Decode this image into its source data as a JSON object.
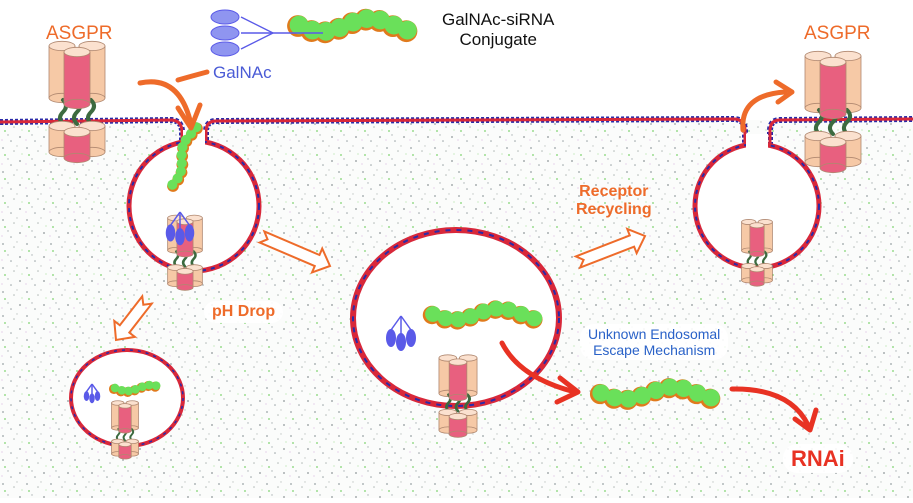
{
  "title": "GalNAc-siRNA conjugate uptake via ASGPR",
  "colors": {
    "orange": "#ee6b2a",
    "blue_label": "#4a5bd6",
    "red": "#e83223",
    "escape_blue": "#2a62c8",
    "receptor_peach": "#f6c9a6",
    "receptor_pink": "#e8607f",
    "linker_green": "#3c6a3f",
    "sirna_green": "#6ae05a",
    "sirna_orange": "#e07a1c",
    "galnac_blue": "#5a5ae8",
    "membrane_red": "#d8283a",
    "membrane_blue": "#2a2aa8"
  },
  "labels": {
    "asgpr_left": "ASGPR",
    "asgpr_right": "ASGPR",
    "galnac": "GalNAc",
    "conjugate_line1": "GalNAc-siRNA",
    "conjugate_line2": "Conjugate",
    "ph_drop": "pH Drop",
    "receptor_line1": "Receptor",
    "receptor_line2": "Recycling",
    "escape_line1": "Unknown Endosomal",
    "escape_line2": "Escape Mechanism",
    "rnai": "RNAi"
  },
  "icons": {
    "receptor": "asgpr-trimer-icon",
    "galnac": "galnac-ligand-icon",
    "sirna": "sirna-helix-icon",
    "endosome": "endosome-vesicle-icon",
    "arrow": "process-arrow-icon"
  }
}
